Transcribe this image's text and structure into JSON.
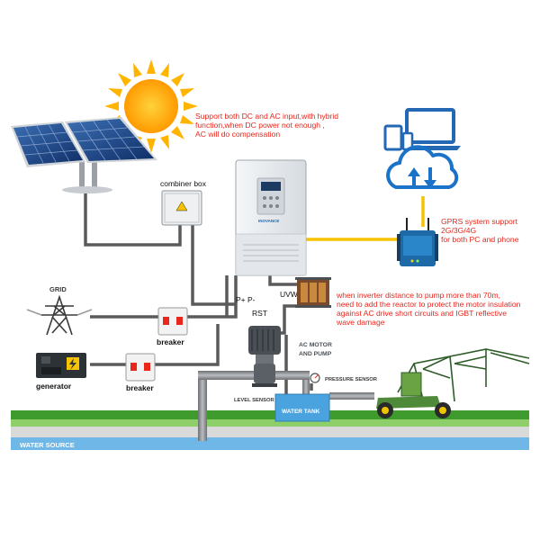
{
  "colors": {
    "sun": "#ffb400",
    "sun_core": "#ff9a00",
    "annotation_red": "#e8261c",
    "signal_yellow": "#f7c200",
    "wire_gray": "#5a5a5a",
    "cloud_blue": "#1a73c8",
    "device_blue": "#2467b3",
    "grass_green": "#3f9b2e",
    "water_blue": "#6fb7e6",
    "tank_blue": "#4aa3df"
  },
  "annotations": {
    "hybrid_note": [
      "Support both DC and AC input,with hybrid",
      "function,when DC power not enough ,",
      "AC will do compensation"
    ],
    "gprs_note": [
      "GPRS system support",
      "2G/3G/4G",
      "for both PC and phone"
    ],
    "reactor_note": [
      "when inverter distance to pump more than 70m,",
      "need to add the reactor to protect the motor insulation",
      " against AC drive short circuits and IGBT reflective",
      "wave damage"
    ]
  },
  "labels": {
    "combiner_box": "combiner box",
    "grid": "GRID",
    "generator": "generator",
    "breaker_top": "breaker",
    "breaker_bottom": "breaker",
    "terminal_dc": "P+ P-",
    "terminal_ac": "RST",
    "terminal_out": "UVW",
    "motor_pump": [
      "AC MOTOR",
      "AND PUMP"
    ],
    "pressure_sensor": "PRESSURE SENSOR",
    "level_sensor": "LEVEL SENSOR",
    "water_tank": "WATER TANK",
    "water_source": "WATER SOURCE",
    "inverter_brand": "INOVANCE"
  },
  "icons": [
    "sun-icon",
    "solar-panel-icon",
    "laptop-icon",
    "phone-icon",
    "tablet-icon",
    "cloud-sync-icon",
    "gprs-router-icon",
    "transmission-tower-icon",
    "generator-icon",
    "breaker-icon",
    "reactor-icon",
    "motor-pump-icon",
    "pivot-irrigation-icon",
    "pressure-gauge-icon"
  ]
}
